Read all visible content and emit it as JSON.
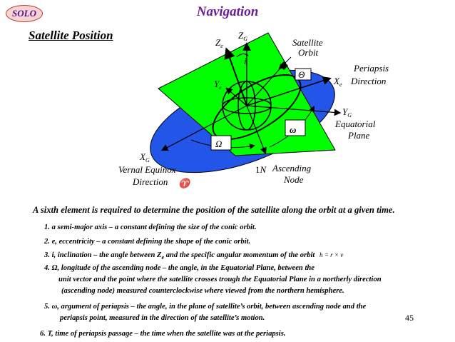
{
  "header": {
    "badge": "SOLO",
    "title": "Navigation",
    "subtitle": "Satellite Position"
  },
  "diagram": {
    "labels": {
      "ze": "Z",
      "ze_sub": "e",
      "zg": "Z",
      "zg_sub": "G",
      "satellite_orbit_1": "Satellite",
      "satellite_orbit_2": "Orbit",
      "i": "i",
      "theta": "Θ",
      "periapsis_1": "Periapsis",
      "periapsis_2": "Direction",
      "xe": "X",
      "xe_sub": "e",
      "ye": "Y",
      "ye_sub": "e",
      "yg": "Y",
      "yg_sub": "G",
      "equatorial_1": "Equatorial",
      "equatorial_2": "Plane",
      "omega_small": "ω",
      "omega_big": "Ω",
      "xg": "X",
      "xg_sub": "G",
      "vernal_1": "Vernal Equinox",
      "vernal_2": "Direction",
      "aries": "♈",
      "n_vec_prefix": "1",
      "n_vec": "N",
      "ascending_1": "Ascending",
      "ascending_2": "Node"
    },
    "colors": {
      "orbit_plane": "#00ff00",
      "equatorial_plane": "#2255e8",
      "outline": "#000000"
    }
  },
  "text": {
    "intro": "A sixth element is required to determine the position of the satellite along the orbit at a given time.",
    "item1": "1.  a semi-major axis – a constant defining the size of the conic orbit.",
    "item2": "2.  e, eccentricity – a constant defining the shape of the conic orbit.",
    "item3": "3.  i,  inclination – the angle between Z",
    "item3_sub": "e",
    "item3_rest": " and the specific angular momentum of the orbit",
    "item3_formula": "h = r × v",
    "item4_l1": "4.  Ω,  longitude of the ascending node – the angle, in the Equatorial Plane, between the",
    "item4_l2": "unit vector and the point where the satellite crosses trough the Equatorial Plane in a northerly direction",
    "item4_l3": "(ascending node) measured counterclockwise where viewed from the northern hemisphere.",
    "item5_l1": "5.  ω,  argument of periapsis – the angle, in the plane of satellite’s orbit, between ascending node and the",
    "item5_l2": "periapsis point, measured in the direction of the satellite’s motion.",
    "item6": "6.  T, time of periapsis passage – the time when the satellite was at the periapsis.",
    "page_number": "45"
  }
}
